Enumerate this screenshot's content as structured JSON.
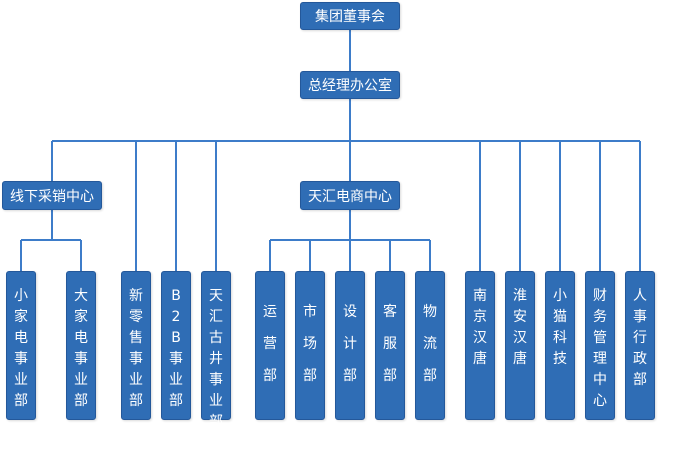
{
  "colors": {
    "box": "#2f6db5",
    "line": "#3d7cc9"
  },
  "top": {
    "board": "集团董事会",
    "gm_office": "总经理办公室"
  },
  "branches": {
    "offline": "线下采销中心",
    "online": "天汇电商中心"
  },
  "departments": {
    "d1": "小家电事业部",
    "d2": "大家电事业部",
    "d3": "新零售事业部",
    "d4": "B2B事业部",
    "d5": "天汇古井事业部",
    "d6": "运营部",
    "d7": "市场部",
    "d8": "设计部",
    "d9": "客服部",
    "d10": "物流部",
    "d11": "南京汉唐",
    "d12": "淮安汉唐",
    "d13": "小猫科技",
    "d14": "财务管理中心",
    "d15": "人事行政部"
  }
}
